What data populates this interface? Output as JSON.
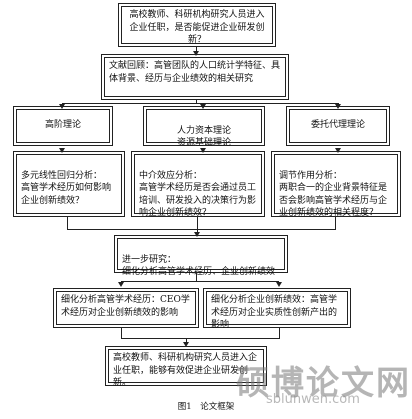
{
  "diagram": {
    "top_question": "高校教师、科研机构研究人员进入企业任职，是否能促进企业研发创新？",
    "literature_review": "文献回顾：高管团队的人口统计学特征、具体背景、经历与企业绩效的相关研究",
    "theory_1": "高阶理论",
    "theory_2": "人力资本理论\n资源基础理论",
    "theory_3": "委托代理理论",
    "analysis_1": "多元线性回归分析：\n高管学术经历如何影响企业创新绩效？",
    "analysis_2": "中介效应分析：\n高管学术经历是否会通过员工培训、研发投入的决策行为影响企业创新绩效？",
    "analysis_3": "调节作用分析：\n两职合一的企业背景特征是否会影响高管学术经历与企业创新绩效的相关程度？",
    "further_research": "进一步研究：\n细化分析高管学术经历、企业创新绩效",
    "further_1": "细化分析高管学术经历：CEO学术经历对企业创新绩效的影响",
    "further_2": "细化分析企业创新绩效：高管学术经历对企业实质性创新产出的影响",
    "conclusion": "高校教师、科研机构研究人员进入企业任职，能够有效促进企业研发创新。",
    "caption": "图1　论文框架",
    "watermark_cn": "硕博论文网",
    "watermark_url": "sblunwen.com"
  }
}
